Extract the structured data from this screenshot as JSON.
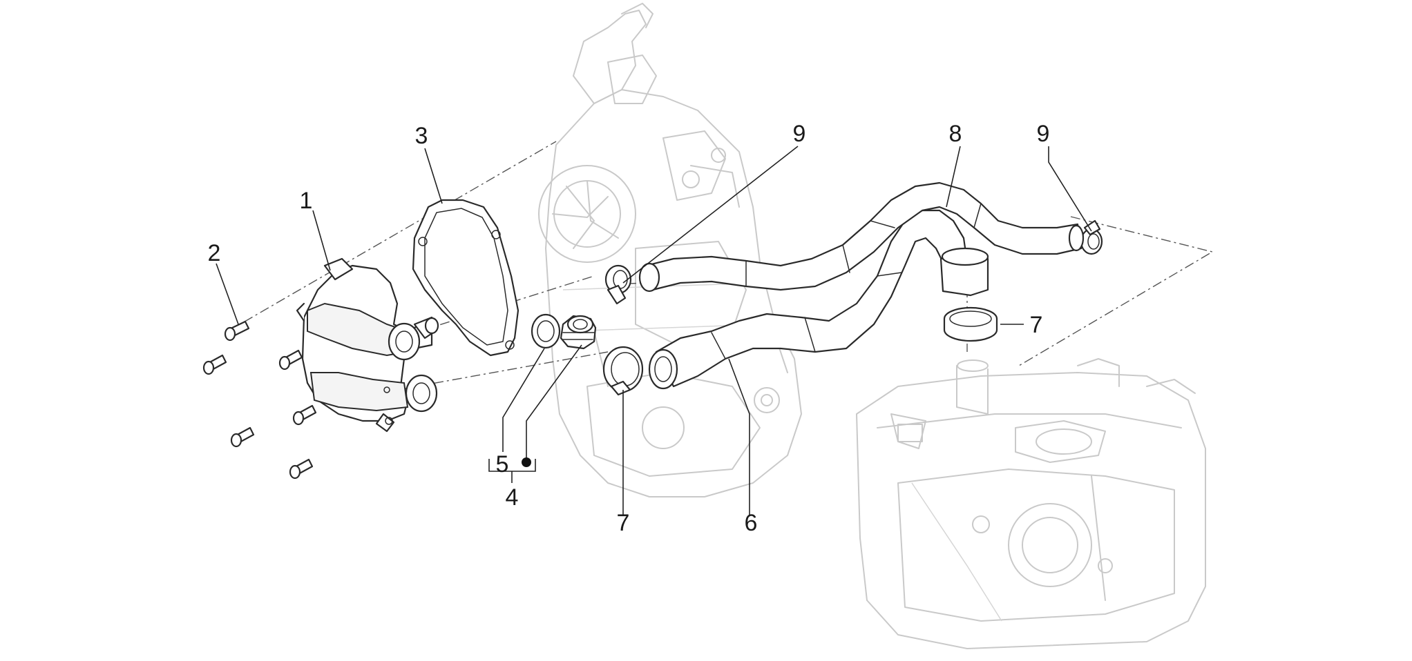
{
  "callouts": [
    {
      "id": "c1",
      "label": "1"
    },
    {
      "id": "c2",
      "label": "2"
    },
    {
      "id": "c3",
      "label": "3"
    },
    {
      "id": "c4",
      "label": "4"
    },
    {
      "id": "c5",
      "label": "5"
    },
    {
      "id": "c6",
      "label": "6"
    },
    {
      "id": "c7a",
      "label": "7"
    },
    {
      "id": "c7b",
      "label": "7"
    },
    {
      "id": "c8",
      "label": "8"
    },
    {
      "id": "c9a",
      "label": "9"
    },
    {
      "id": "c9b",
      "label": "9"
    }
  ],
  "colors": {
    "line": "#2a2a2a",
    "ghost": "#c9c9c9",
    "background": "#ffffff"
  }
}
